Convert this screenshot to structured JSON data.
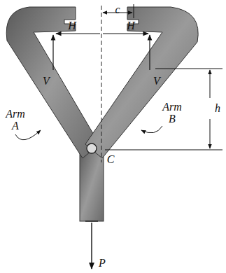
{
  "diagram": {
    "labels": [
      "c",
      "H",
      "H",
      "V",
      "V",
      "h",
      "Arm A",
      "Arm B",
      "C",
      "P"
    ]
  }
}
